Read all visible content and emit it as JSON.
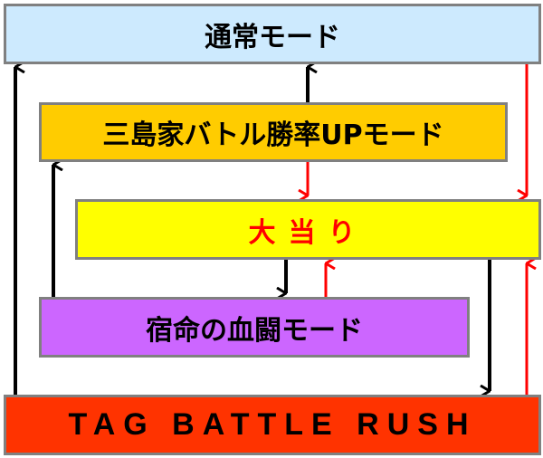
{
  "nodes": {
    "normal": {
      "label": "通常モード",
      "color": "#cdeafe"
    },
    "mishima": {
      "label": "三島家バトル勝率UPモード",
      "color": "#ffcc00"
    },
    "jackpot": {
      "label": "大当り",
      "color": "#ffff00",
      "text_color": "#ff0000"
    },
    "fate": {
      "label": "宿命の血闘モード",
      "color": "#cc66ff"
    },
    "rush": {
      "label": "TAG BATTLE RUSH",
      "color": "#ff3300"
    }
  },
  "edge_colors": {
    "black": "#000000",
    "red": "#ff0000"
  }
}
